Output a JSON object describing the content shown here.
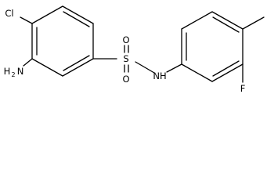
{
  "molecule": {
    "atoms": {
      "cl": "Cl",
      "amino_h": "H",
      "amino_sub": "2",
      "amino_n": "N",
      "sulfur": "S",
      "oxygen_top": "O",
      "oxygen_bottom": "O",
      "nh": "NH",
      "fluorine": "F"
    },
    "colors": {
      "bond": "#000000",
      "text": "#000000",
      "background": "#ffffff"
    }
  }
}
